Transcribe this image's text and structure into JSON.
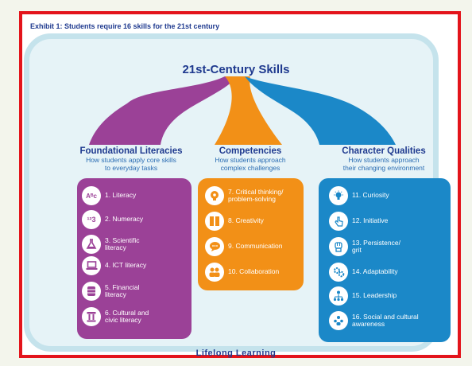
{
  "exhibit_title": "Exhibit 1: Students require 16 skills for the 21st century",
  "main_title": "21st-Century Skills",
  "footer": "Lifelong Learning",
  "colors": {
    "foundational": "#9b4197",
    "competencies": "#f29017",
    "character": "#1b88c8",
    "frame": "#e3141b",
    "navy": "#1f3a8f"
  },
  "columns": [
    {
      "title": "Foundational Literacies",
      "subtitle_line1": "How students apply core skills",
      "subtitle_line2": "to everyday tasks",
      "items": [
        {
          "label_line1": "1. Literacy",
          "label_line2": "",
          "icon": "abcde-icon",
          "glyph": "Aᴮ"
        },
        {
          "label_line1": "2. Numeracy",
          "label_line2": "",
          "icon": "numbers-icon",
          "glyph": "¹²³"
        },
        {
          "label_line1": "3. Scientific",
          "label_line2": "literacy",
          "icon": "flask-icon",
          "glyph": ""
        },
        {
          "label_line1": "4. ICT literacy",
          "label_line2": "",
          "icon": "laptop-icon",
          "glyph": ""
        },
        {
          "label_line1": "5. Financial",
          "label_line2": "literacy",
          "icon": "coins-icon",
          "glyph": ""
        },
        {
          "label_line1": "6. Cultural and",
          "label_line2": "civic literacy",
          "icon": "column-icon",
          "glyph": ""
        }
      ]
    },
    {
      "title": "Competencies",
      "subtitle_line1": "How students approach",
      "subtitle_line2": "complex challenges",
      "items": [
        {
          "label_line1": "7. Critical thinking/",
          "label_line2": "problem-solving",
          "icon": "brain-gear-icon"
        },
        {
          "label_line1": "8. Creativity",
          "label_line2": "",
          "icon": "palette-icon"
        },
        {
          "label_line1": "9. Communication",
          "label_line2": "",
          "icon": "speech-bubble-icon"
        },
        {
          "label_line1": "10. Collaboration",
          "label_line2": "",
          "icon": "people-icon"
        }
      ]
    },
    {
      "title": "Character Qualities",
      "subtitle_line1": "How students approach",
      "subtitle_line2": "their changing environment",
      "items": [
        {
          "label_line1": "11. Curiosity",
          "label_line2": "",
          "icon": "lightbulb-icon"
        },
        {
          "label_line1": "12. Initiative",
          "label_line2": "",
          "icon": "hand-pointer-icon"
        },
        {
          "label_line1": "13. Persistence/",
          "label_line2": "grit",
          "icon": "fist-icon"
        },
        {
          "label_line1": "14. Adaptability",
          "label_line2": "",
          "icon": "gears-icon"
        },
        {
          "label_line1": "15. Leadership",
          "label_line2": "",
          "icon": "org-chart-icon"
        },
        {
          "label_line1": "16. Social and cultural",
          "label_line2": "awareness",
          "icon": "group-icon"
        }
      ]
    }
  ]
}
